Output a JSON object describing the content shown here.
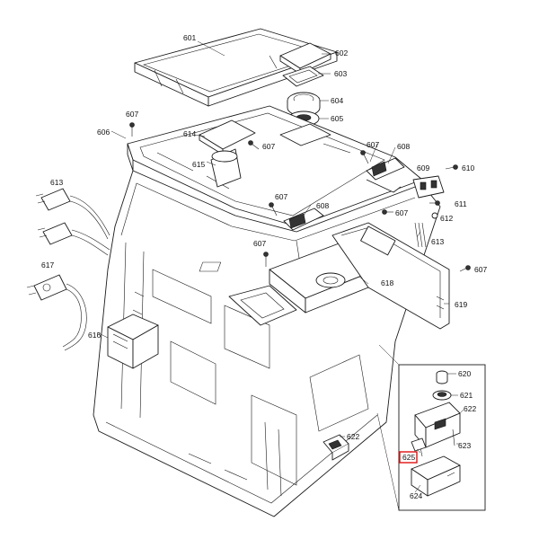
{
  "callouts": {
    "c601": "601",
    "c602": "602",
    "c603": "603",
    "c604": "604",
    "c605": "605",
    "c606": "606",
    "c607a": "607",
    "c607b": "607",
    "c607c": "607",
    "c607d": "607",
    "c607e": "607",
    "c607f": "607",
    "c607g": "607",
    "c608a": "608",
    "c608b": "608",
    "c609": "609",
    "c610": "610",
    "c611": "611",
    "c612": "612",
    "c613a": "613",
    "c613b": "613",
    "c614": "614",
    "c615": "615",
    "c616": "616",
    "c617": "617",
    "c618": "618",
    "c619": "619",
    "c620": "620",
    "c621": "621",
    "c622a": "622",
    "c622b": "622",
    "c623": "623",
    "c624": "624",
    "c625": "625"
  },
  "highlight": {
    "callout": "625",
    "color": "#e01010"
  }
}
